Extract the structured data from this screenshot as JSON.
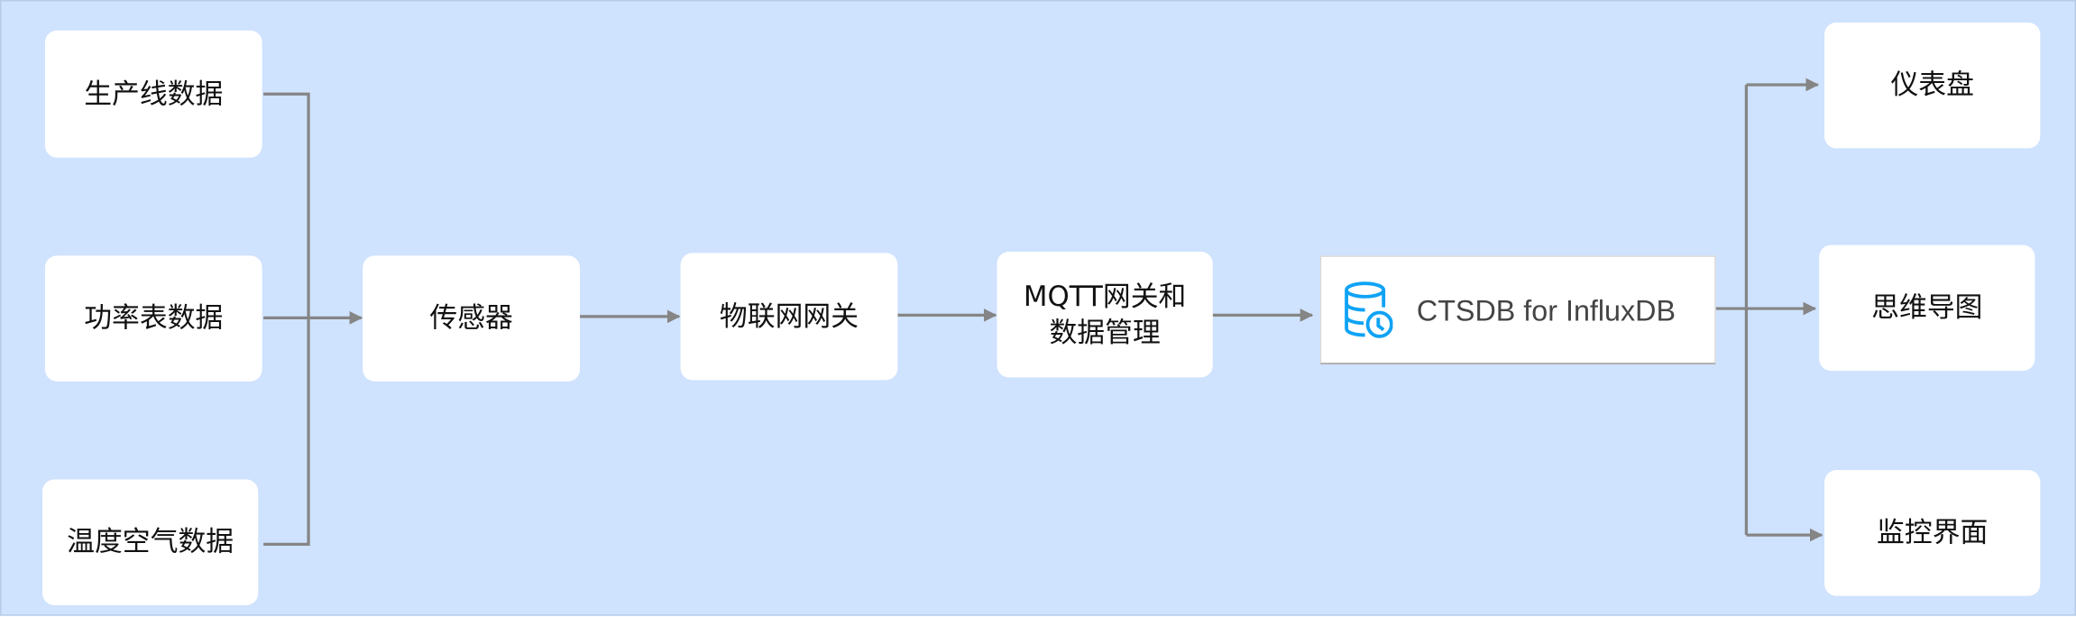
{
  "sources": [
    "生产线数据",
    "功率表数据",
    "温度空气数据"
  ],
  "pipeline": {
    "sensor": "传感器",
    "iot_gateway": "物联网网关",
    "mqtt_line1": "MQTT网关和",
    "mqtt_line2": "数据管理",
    "database": "CTSDB for InfluxDB"
  },
  "outputs": [
    "仪表盘",
    "思维导图",
    "监控界面"
  ],
  "colors": {
    "background": "#cfe2fe",
    "connector": "#858585",
    "db_icon": "#0fa3f5"
  },
  "icons": {
    "database": "database-clock-icon"
  }
}
